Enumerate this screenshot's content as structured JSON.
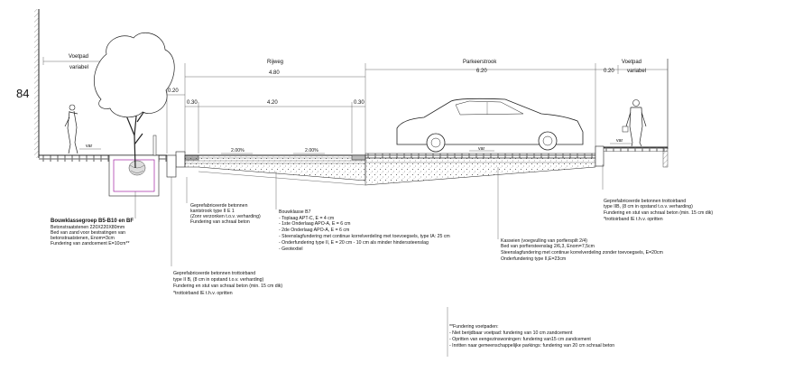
{
  "sheet": {
    "side_number": "84"
  },
  "dimensions": {
    "voetpad_left_label": "Voetpad",
    "voetpad_left_sub": "variabel",
    "rijweg_label": "Rijweg",
    "rijweg_total": "4.80",
    "rijweg_inner": "4.20",
    "edge_left_a": "0.20",
    "edge_left_b": "0.30",
    "edge_right_b": "0.30",
    "parkeerstrook_label": "Parkeerstrook",
    "parkeerstrook_width": "6.20",
    "voetpad_right_label": "Voetpad",
    "voetpad_right_edge": "0.20",
    "voetpad_right_sub": "variabel"
  },
  "slopes": {
    "slope_1": "2.00%",
    "slope_2": "2.00%"
  },
  "direction": {
    "left": "var",
    "middle": "var",
    "right": "var"
  },
  "notes": {
    "tree": {
      "title": "Bouwklassegroep B5-B10 en BF",
      "lines": [
        "Betonstraatstenen 220X220X80mm",
        "Bed van zand voor bestratingen van",
        "betonstraatstenen, Enom=3cm",
        "Fundering van zandcement E=10cm**"
      ]
    },
    "kantstrook": {
      "lines": [
        "Geprefabriceerde betonnen",
        "kantstrook type II E 1",
        "(Zonr verzonken t.o.v. verharding)",
        "Fundering van schraal beton"
      ]
    },
    "rijweg": {
      "lines": [
        "Bouwklasse B7",
        "- Toplaag APT-C, E = 4 cm",
        "- 1ste Onderlaag APO-A, E = 6 cm",
        "- 2de Onderlaag APO-A, E = 6 cm",
        "- Steenslagfundering met continue korrelverdeling met toevoegsels, type IA: 25 cm",
        "- Onderfundering type II, E = 20 cm - 10 cm als minder hinderssteenslag",
        "- Geotextiel"
      ]
    },
    "parkeer": {
      "lines": [
        "Kasseien (voegvulling van porfierspilt 2/4)",
        "Bed van porfiersteenslag 2/6,3, Enom=7,5cm",
        "Steenslagfundering met continue korrelverdeling zonder toevoegsels, E=20cm",
        "Onderfundering type II,E=23cm"
      ]
    },
    "trottoir_right": {
      "lines": [
        "Geprefabriceerde betonnen trottoirband",
        "type IIB, (8 cm in opstand t.o.v. verharding)",
        "Fundering en stut van schraal beton (min. 15 cm dik)",
        "*trottoirband IE t.h.v. opritten"
      ]
    },
    "trottoir_left": {
      "lines": [
        "Geprefabriceerde betonnen trottoirband",
        "type II B, (8 cm in opstand t.o.v. verharding)",
        "Fundering en stut van schraal beton (min. 15 cm dik)",
        "*trottoirband IE t.h.v. opritten"
      ]
    },
    "footnote": {
      "lines": [
        "**Fundering voetpaden:",
        "- Niet berijdbaar voetpad: fundering van 10 cm zandcement",
        "- Opritten van eengezinswoningen: fundering van15 cm zandcement",
        "- Inritten naar gemeenschappelijke parkings: fundering van 20 cm schraal beton"
      ]
    }
  }
}
